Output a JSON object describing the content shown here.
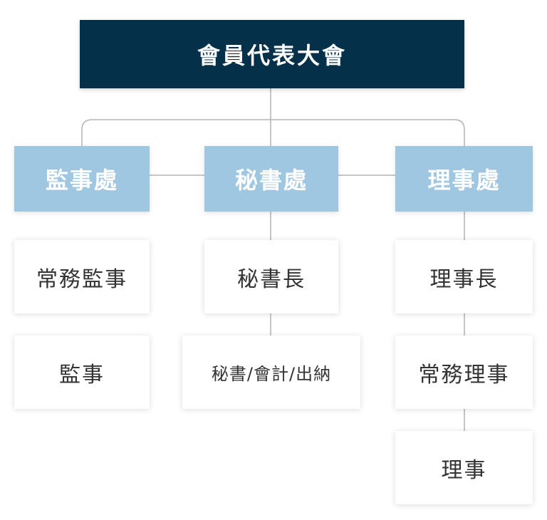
{
  "top": {
    "label": "會員代表大會"
  },
  "departments": {
    "supervisory": {
      "label": "監事處"
    },
    "secretariat": {
      "label": "秘書處"
    },
    "directors": {
      "label": "理事處"
    }
  },
  "roles": {
    "standing_supervisor": "常務監事",
    "supervisor": "監事",
    "secretary_general": "秘書長",
    "secretary_accountant_cashier": "秘書/會計/出納",
    "chairman": "理事長",
    "standing_director": "常務理事",
    "director": "理事"
  },
  "colors": {
    "top_fill": "#04304a",
    "department_fill": "#9fc7e2",
    "role_fill": "#ffffff",
    "connector": "#b3b3b3"
  }
}
